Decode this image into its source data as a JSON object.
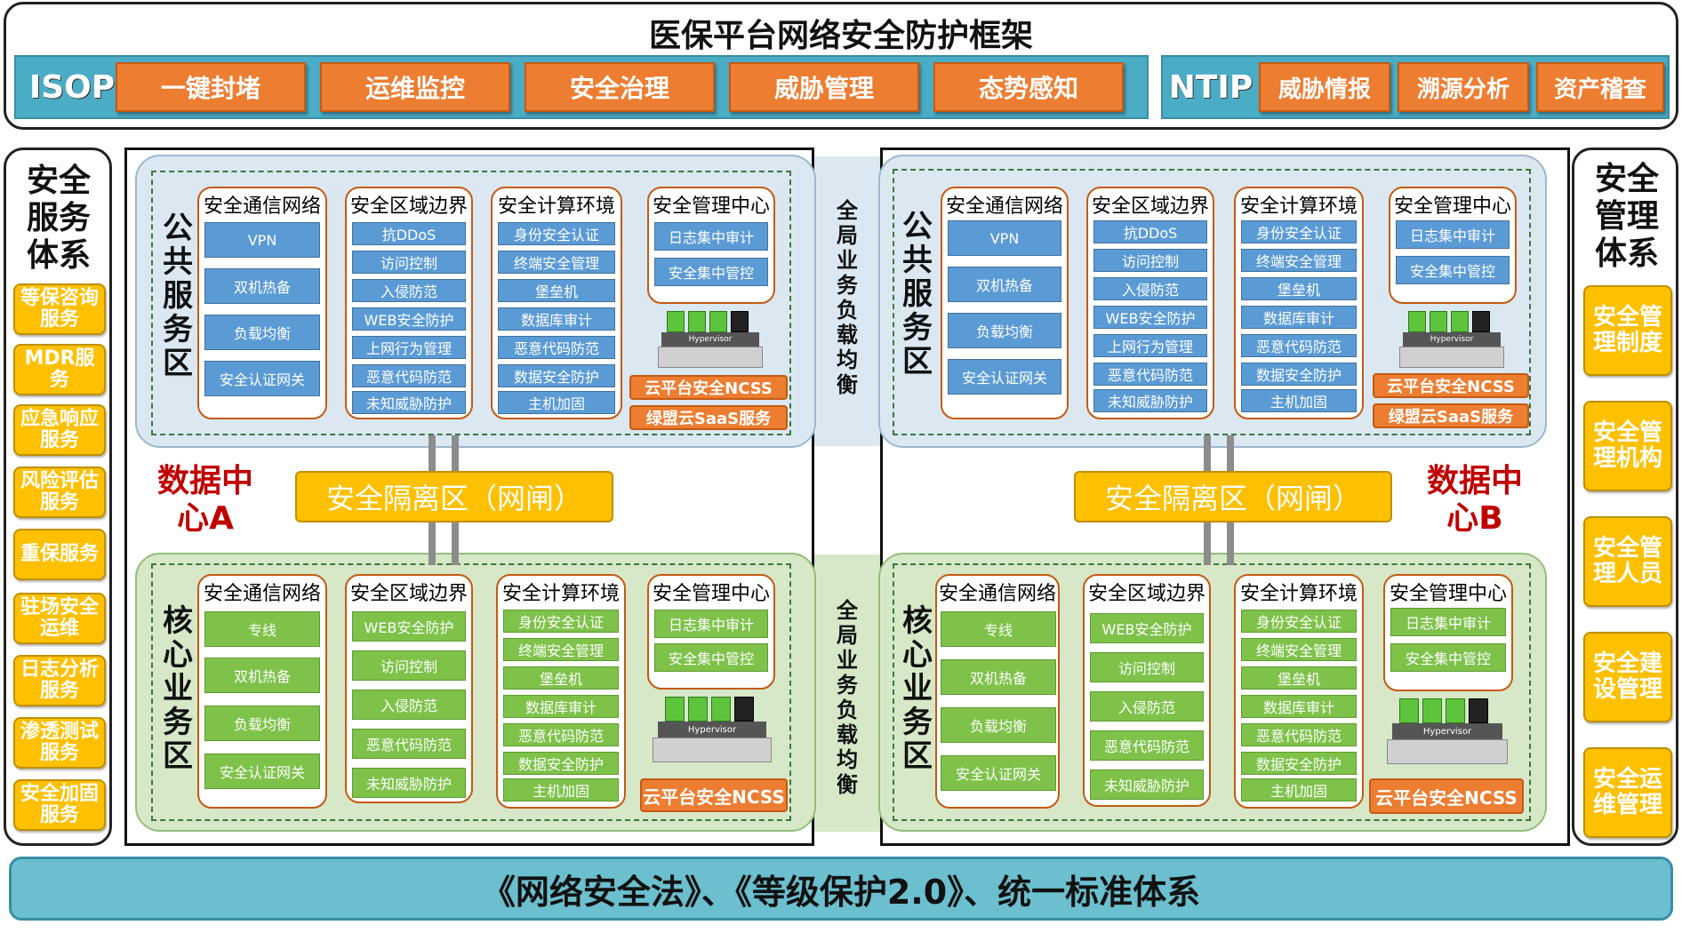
{
  "title": "医保平台网络安全防护框架",
  "isop": {
    "label": "ISOP",
    "items": [
      "一键封堵",
      "运维监控",
      "安全治理",
      "威胁管理",
      "态势感知"
    ]
  },
  "ntip": {
    "label": "NTIP",
    "items": [
      "威胁情报",
      "溯源分析",
      "资产稽查"
    ]
  },
  "left_panel": {
    "title": "安全服务体系",
    "items": [
      "等保咨询服务",
      "MDR服务",
      "应急响应服务",
      "风险评估服务",
      "重保服务",
      "驻场安全运维",
      "日志分析服务",
      "渗透测试服务",
      "安全加固服务"
    ]
  },
  "right_panel": {
    "title": "安全管理体系",
    "items": [
      "安全管理制度",
      "安全管理机构",
      "安全管理人员",
      "安全建设管理",
      "安全运维管理"
    ]
  },
  "public_zone": {
    "title": "公共服务区",
    "columns": [
      {
        "title": "安全通信网络",
        "items": [
          "VPN",
          "双机热备",
          "负载均衡",
          "安全认证网关"
        ]
      },
      {
        "title": "安全区域边界",
        "items": [
          "抗DDoS",
          "访问控制",
          "入侵防范",
          "WEB安全防护",
          "上网行为管理",
          "恶意代码防范",
          "未知威胁防护"
        ]
      },
      {
        "title": "安全计算环境",
        "items": [
          "身份安全认证",
          "终端安全管理",
          "堡垒机",
          "数据库审计",
          "恶意代码防范",
          "数据安全防护",
          "主机加固"
        ]
      },
      {
        "title": "安全管理中心",
        "items": [
          "日志集中审计",
          "安全集中管控"
        ]
      }
    ],
    "ncss": "云平台安全NCSS",
    "saas": "绿盟云SaaS服务"
  },
  "core_zone": {
    "title": "核心业务区",
    "columns": [
      {
        "title": "安全通信网络",
        "items": [
          "专线",
          "双机热备",
          "负载均衡",
          "安全认证网关"
        ]
      },
      {
        "title": "安全区域边界",
        "items": [
          "WEB安全防护",
          "访问控制",
          "入侵防范",
          "恶意代码防范",
          "未知威胁防护"
        ]
      },
      {
        "title": "安全计算环境",
        "items": [
          "身份安全认证",
          "终端安全管理",
          "堡垒机",
          "数据库审计",
          "恶意代码防范",
          "数据安全防护",
          "主机加固"
        ]
      },
      {
        "title": "安全管理中心",
        "items": [
          "日志集中审计",
          "安全集中管控"
        ]
      }
    ],
    "ncss": "云平台安全NCSS"
  },
  "hypervisor_label": "Hypervisor",
  "gap_label": "安全隔离区（网闸）",
  "dc_a": "数据中心A",
  "dc_b": "数据中心B",
  "load_balance": "全局业务负载均衡",
  "bottom": "《网络安全法》、《等级保护2.0》、统一标准体系",
  "colors": {
    "orange": "#ed7d31",
    "yellow": "#ffc000",
    "teal": "#4bacc6",
    "blue_item": "#5b9bd5",
    "green_item": "#7ec24a",
    "dc_red": "#c00000"
  }
}
